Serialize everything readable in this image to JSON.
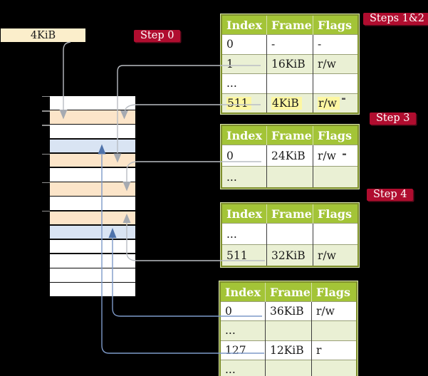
{
  "colors": {
    "background": "#000000",
    "badge_red": "#b00d2f",
    "header_green": "#a3c437",
    "table_border_green": "#7e8f2b",
    "row_light_green": "#eaf0d4",
    "frame_box_cream": "#fbeecb",
    "page_table_frame_peach": "#fce5c9",
    "data_frame_blue": "#d9e4f3",
    "highlight_yellow": "#fdf7a2",
    "gray_arrow": "#b9bdc3",
    "blue_arrow": "#7e9ac9"
  },
  "frame_box": {
    "label": "4KiB"
  },
  "badges": {
    "step0": "Step 0",
    "steps12": "Steps 1&2",
    "step3": "Step 3",
    "step4": "Step 4"
  },
  "memory": {
    "rows": [
      "plain",
      "pt",
      "plain",
      "data",
      "pt",
      "plain",
      "pt",
      "plain",
      "pt",
      "data",
      "plain",
      "plain",
      "plain",
      "plain"
    ]
  },
  "tables": [
    {
      "id": "table-steps-1-2",
      "headers": [
        "Index",
        "Frame",
        "Flags"
      ],
      "rows": [
        {
          "index": "0",
          "frame": "-",
          "flags": "-"
        },
        {
          "index": "1",
          "frame": "16KiB",
          "flags": "r/w"
        },
        {
          "index": "...",
          "frame": "",
          "flags": ""
        },
        {
          "index": "511",
          "frame": "4KiB",
          "flags": "r/w"
        }
      ]
    },
    {
      "id": "table-step-3",
      "headers": [
        "Index",
        "Frame",
        "Flags"
      ],
      "rows": [
        {
          "index": "0",
          "frame": "24KiB",
          "flags": "r/w"
        },
        {
          "index": "...",
          "frame": "",
          "flags": ""
        }
      ]
    },
    {
      "id": "table-step-4-upper",
      "headers": [
        "Index",
        "Frame",
        "Flags"
      ],
      "rows": [
        {
          "index": "...",
          "frame": "",
          "flags": ""
        },
        {
          "index": "511",
          "frame": "32KiB",
          "flags": "r/w"
        }
      ]
    },
    {
      "id": "table-step-4-lower",
      "headers": [
        "Index",
        "Frame",
        "Flags"
      ],
      "rows": [
        {
          "index": "0",
          "frame": "36KiB",
          "flags": "r/w"
        },
        {
          "index": "...",
          "frame": "",
          "flags": ""
        },
        {
          "index": "127",
          "frame": "12KiB",
          "flags": "r"
        },
        {
          "index": "...",
          "frame": "",
          "flags": ""
        }
      ]
    }
  ]
}
